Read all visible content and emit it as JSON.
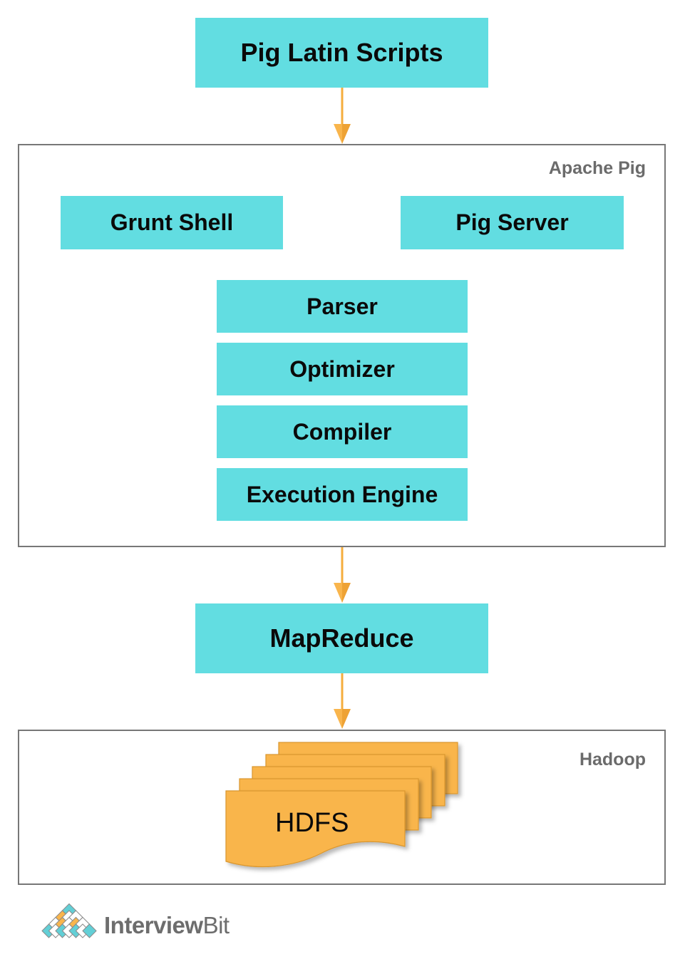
{
  "diagram": {
    "top_box": "Pig Latin Scripts",
    "apache_pig": {
      "label": "Apache Pig",
      "components": [
        "Grunt Shell",
        "Pig Server"
      ],
      "pipeline": [
        "Parser",
        "Optimizer",
        "Compiler",
        "Execution Engine"
      ]
    },
    "mapreduce_box": "MapReduce",
    "hadoop": {
      "label": "Hadoop",
      "storage": "HDFS"
    }
  },
  "branding": {
    "logo_bold": "Interview",
    "logo_light": "Bit"
  },
  "colors": {
    "box_fill": "#62dde1",
    "arrow": "#f5ad3d",
    "document_fill": "#f9b54c",
    "container_border": "#777777",
    "label_text": "#6b6b6b"
  }
}
